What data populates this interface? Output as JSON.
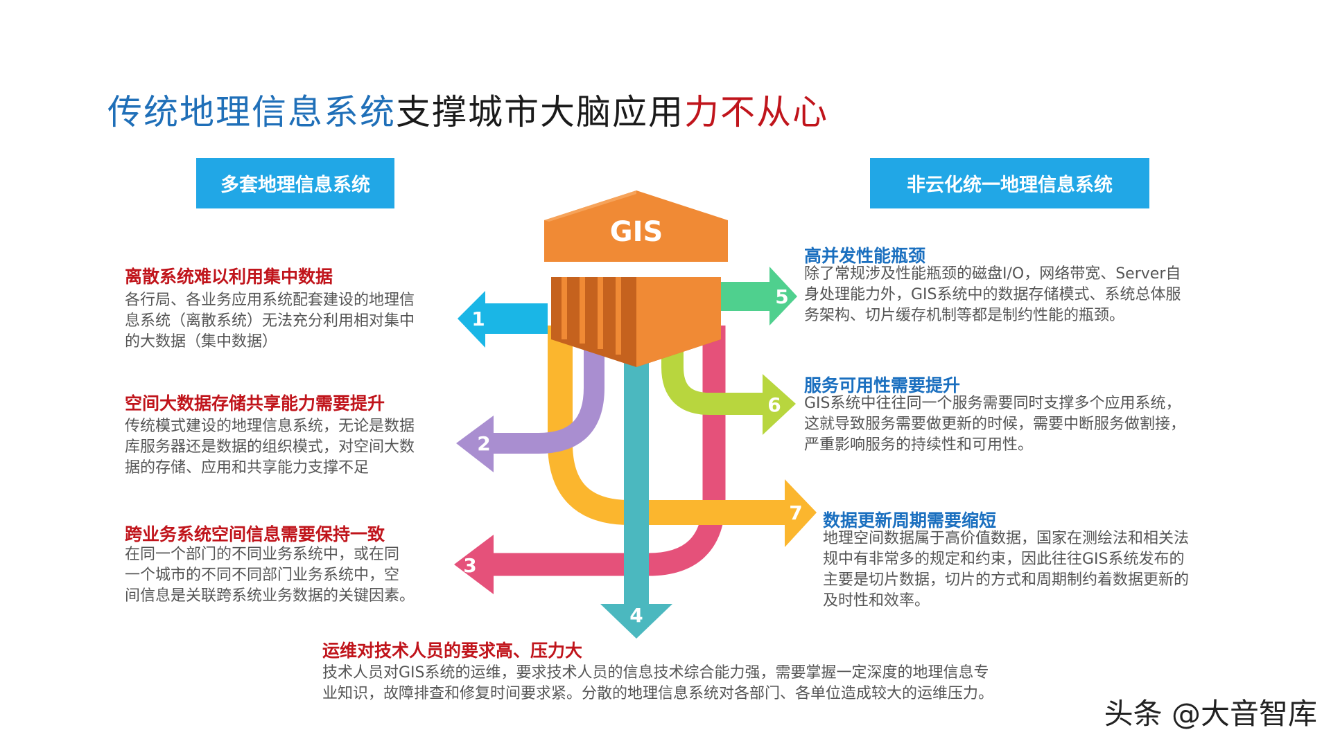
{
  "title": {
    "part1": "传统地理信息系统",
    "part2": "支撑城市大脑应用",
    "part3": "力不从心"
  },
  "banners": {
    "left": "多套地理信息系统",
    "right": "非云化统一地理信息系统"
  },
  "center": {
    "label": "GIS"
  },
  "items": [
    {
      "num": "1",
      "head": "离散系统难以利用集中数据",
      "lines": [
        "各行局、各业务应用系统配套建设的地理信",
        "息系统（离散系统）无法充分利用相对集中",
        "的大数据（集中数据）"
      ]
    },
    {
      "num": "2",
      "head": "空间大数据存储共享能力需要提升",
      "lines": [
        "传统模式建设的地理信息系统，无论是数据",
        "库服务器还是数据的组织模式，对空间大数",
        "据的存储、应用和共享能力支撑不足"
      ]
    },
    {
      "num": "3",
      "head": "跨业务系统空间信息需要保持一致",
      "lines": [
        "在同一个部门的不同业务系统中，或在同",
        "一个城市的不同不同部门业务系统中，空",
        "间信息是关联跨系统业务数据的关键因素。"
      ]
    },
    {
      "num": "4",
      "head": "运维对技术人员的要求高、压力大",
      "lines": [
        "技术人员对GIS系统的运维，要求技术人员的信息技术综合能力强，需要掌握一定深度的地理信息专",
        "业知识，故障排查和修复时间要求紧。分散的地理信息系统对各部门、各单位造成较大的运维压力。"
      ]
    },
    {
      "num": "5",
      "head": "高并发性能瓶颈",
      "lines": [
        "除了常规涉及性能瓶颈的磁盘I/O，网络带宽、Server自",
        "身处理能力外，GIS系统中的数据存储模式、系统总体服",
        "务架构、切片缓存机制等都是制约性能的瓶颈。"
      ]
    },
    {
      "num": "6",
      "head": "服务可用性需要提升",
      "lines": [
        "GIS系统中往往同一个服务需要同时支撑多个应用系统，",
        "这就导致服务需要做更新的时候，需要中断服务做割接，",
        "严重影响服务的持续性和可用性。"
      ]
    },
    {
      "num": "7",
      "head": "数据更新周期需要缩短",
      "lines": [
        "地理空间数据属于高价值数据，国家在测绘法和相关法",
        "规中有非常多的规定和约束，因此往往GIS系统发布的",
        "主要是切片数据，切片的方式和周期制约着数据更新的",
        "及时性和效率。"
      ]
    }
  ],
  "watermark": "头条 @大音智库",
  "colors": {
    "title_blue": "#1f6fb8",
    "title_red": "#c0141b",
    "banner": "#21a7e6",
    "arrow1": "#1ab6e6",
    "arrow2": "#a98ed0",
    "arrow3": "#e5517a",
    "arrow4": "#4bb8bf",
    "arrow5": "#4fd08e",
    "arrow6": "#b8d63e",
    "arrow7": "#fbb62e",
    "gis_orange": "#f08a35",
    "gis_dark": "#c5621e"
  }
}
